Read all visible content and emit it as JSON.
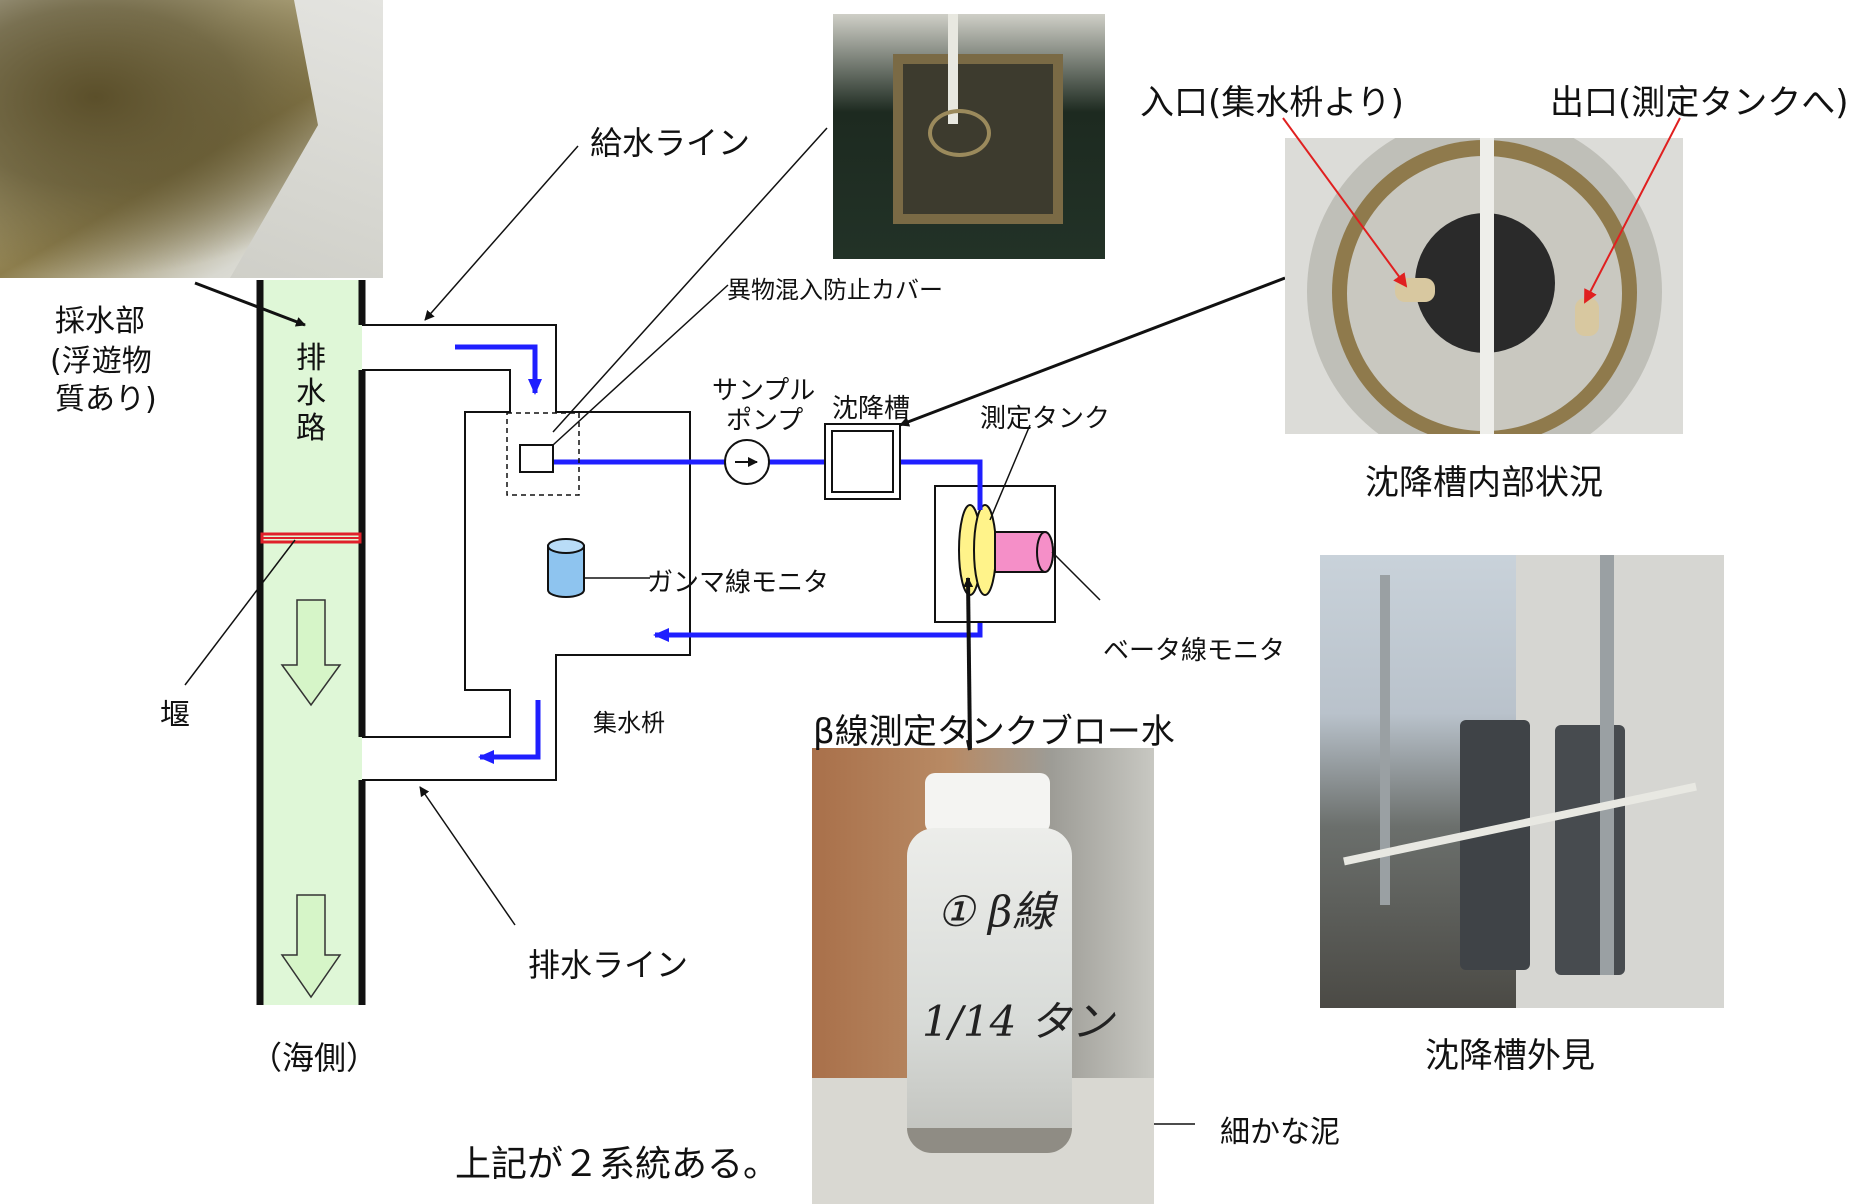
{
  "labels": {
    "sampling_part": "採水部",
    "sampling_note_1": "(浮遊物",
    "sampling_note_2": "質あり)",
    "drain_channel": [
      "排",
      "水",
      "路"
    ],
    "weir": "堰",
    "sea_side": "（海側）",
    "supply_line": "給水ライン",
    "drain_line": "排水ライン",
    "cover": "異物混入防止カバー",
    "sample_pump_1": "サンプル",
    "sample_pump_2": "ポンプ",
    "settling_tank": "沈降槽",
    "measure_tank": "測定タンク",
    "gamma_monitor": "ガンマ線モニタ",
    "beta_monitor": "ベータ線モニタ",
    "collection_pit": "集水枡",
    "beta_blow_water": "β線測定タンクブロー水",
    "fine_mud": "細かな泥",
    "two_systems": "上記が２系統ある。",
    "inlet": "入口(集水枡より)",
    "outlet": "出口(測定タンクへ)",
    "settling_inside": "沈降槽内部状況",
    "settling_outside": "沈降槽外見"
  },
  "photo_text": {
    "bottle_line_1": "① β線",
    "bottle_line_2": "1/14 タン"
  },
  "colors": {
    "flow": "#1f1fff",
    "channel_fill": "#dff7d7",
    "arrow_fill": "#d6f5c8",
    "weir": "#e0202a",
    "pointer_red": "#e02020",
    "gamma_fill": "#8ec4ef",
    "beta_tank": "#f58fc8",
    "beta_disc": "#fff38a"
  }
}
